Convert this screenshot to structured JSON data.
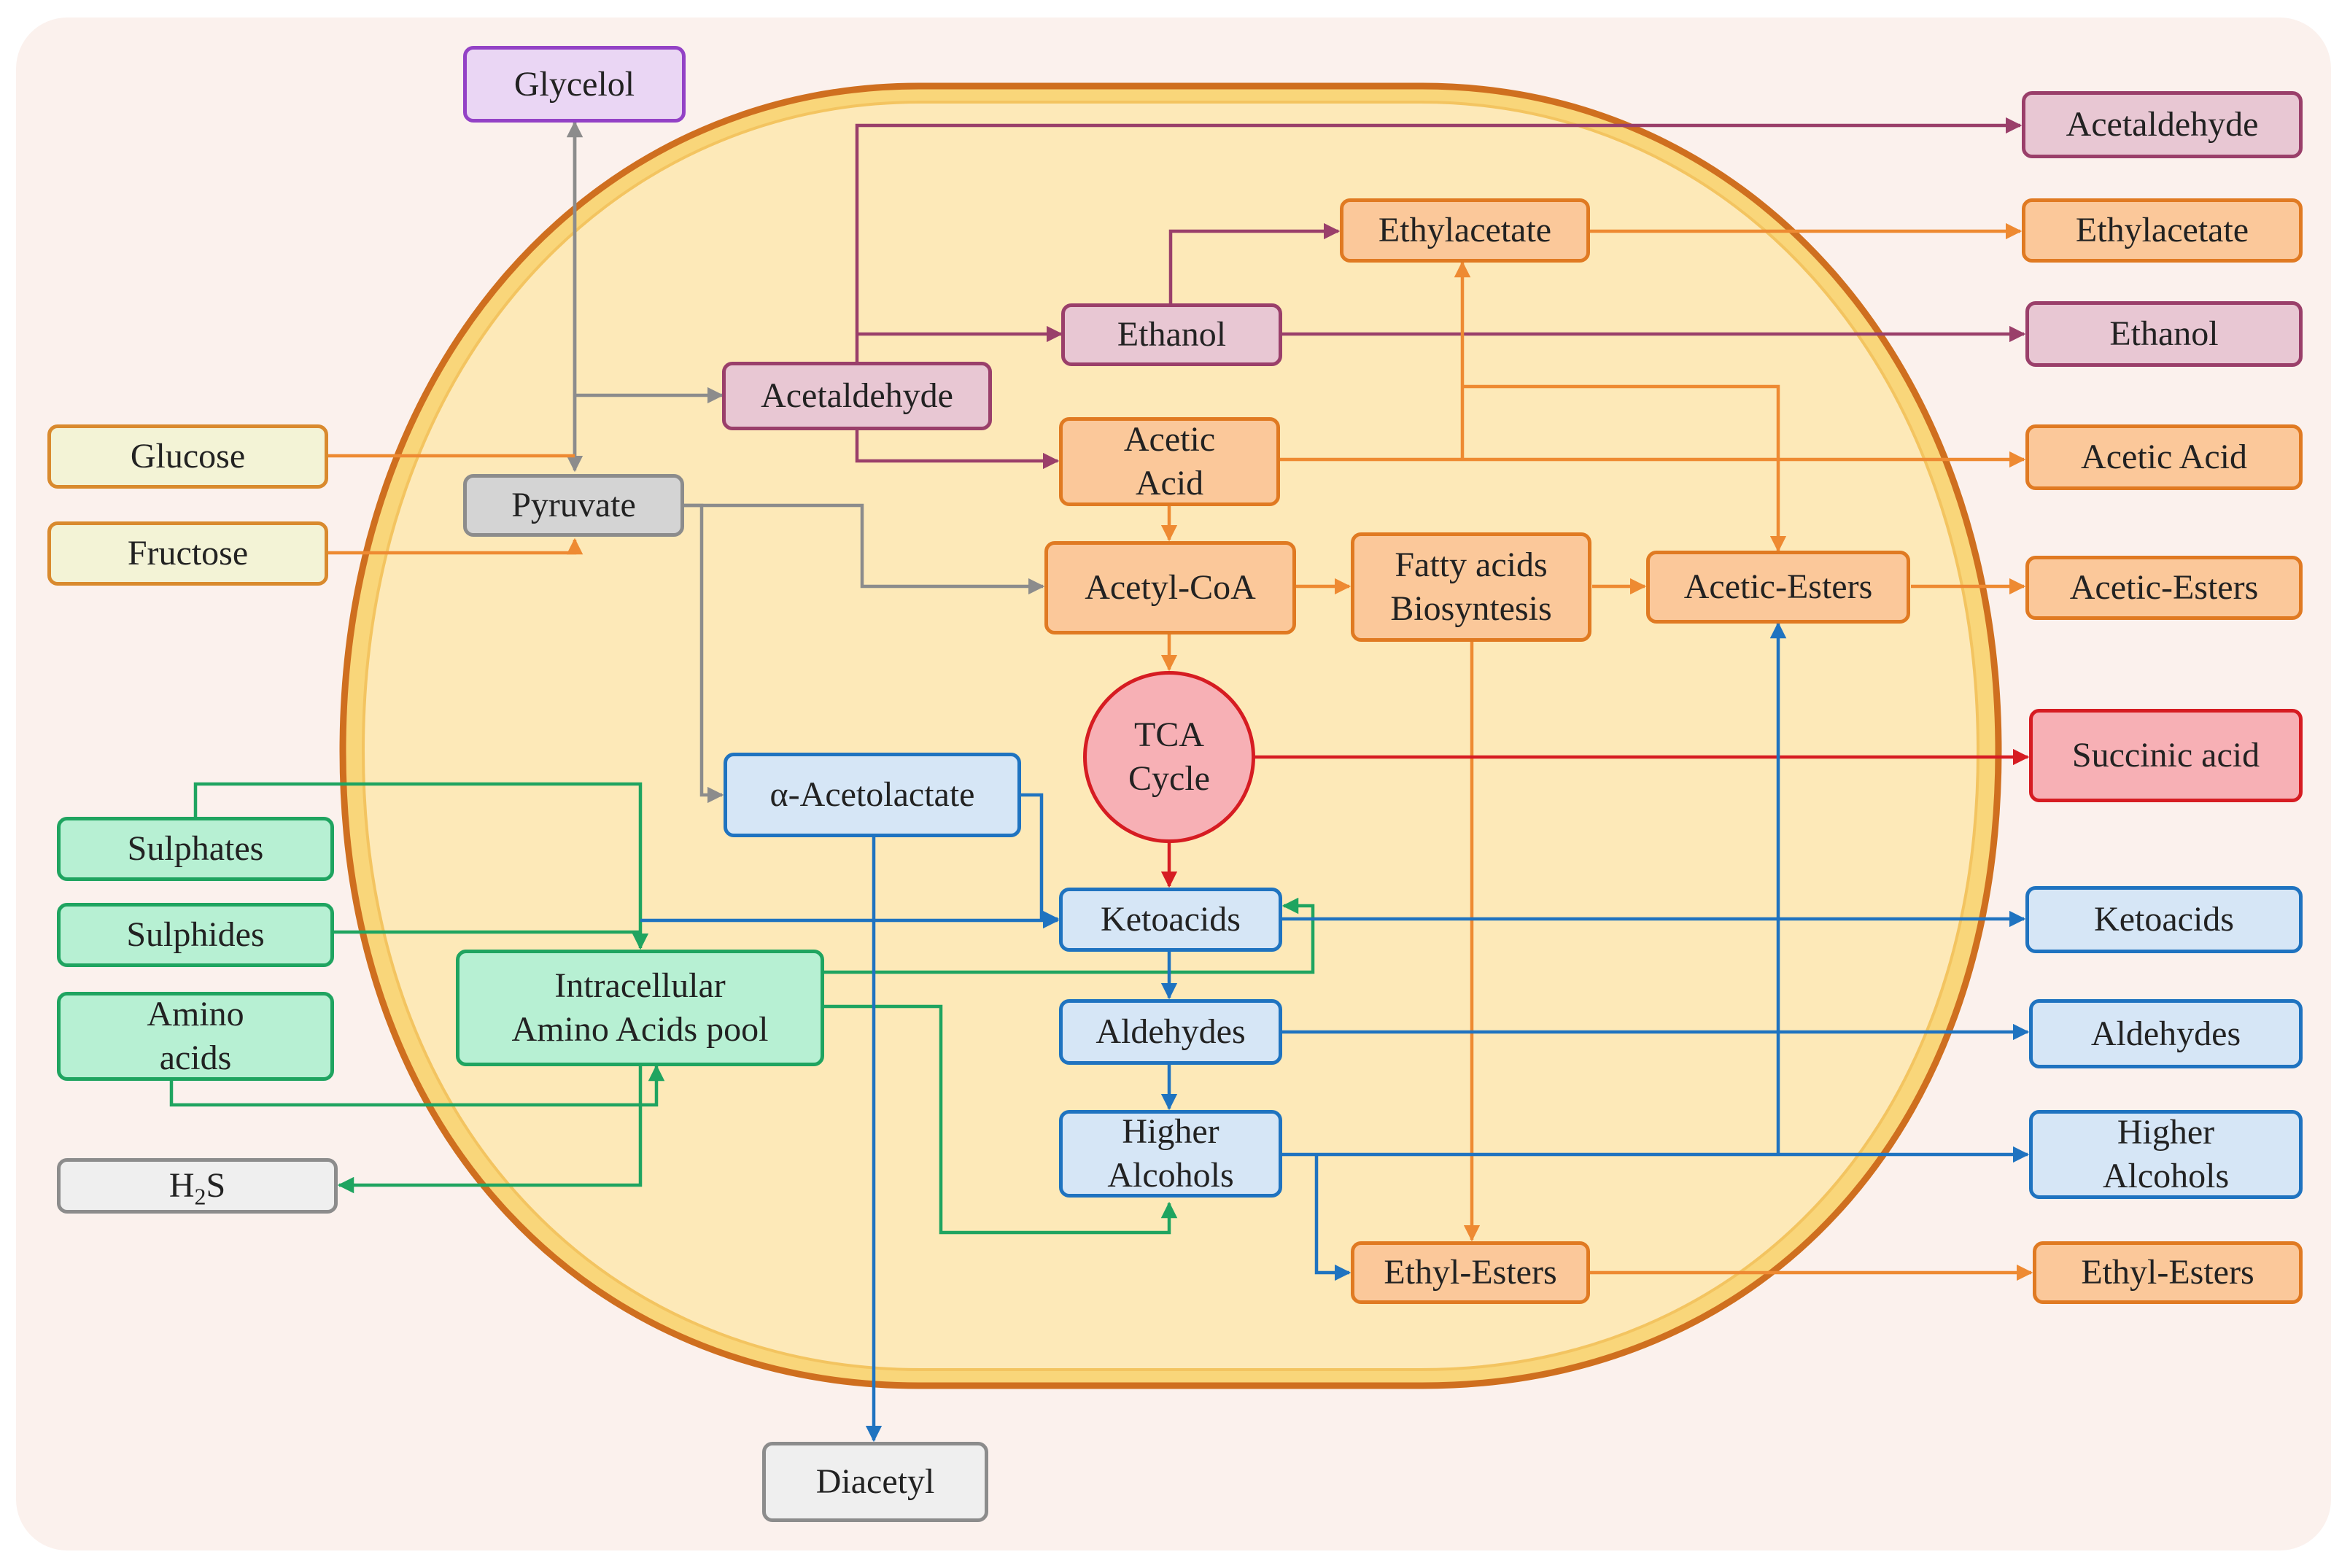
{
  "colors": {
    "background": "#fbf1ed",
    "cell_fill": "#fde9b8",
    "cell_ring": "#f9d67a",
    "cell_border": "#cf6f1f",
    "grey": "#8c8c8c",
    "purple": "#9a3f6a",
    "orange": "#ee8a32",
    "green": "#1fa460",
    "blue": "#1f73c0",
    "red": "#d61c22"
  },
  "nodes": {
    "glycelol": "Glycelol",
    "glucose": "Glucose",
    "fructose": "Fructose",
    "pyruvate": "Pyruvate",
    "acetaldehyde_in": "Acetaldehyde",
    "ethanol_in": "Ethanol",
    "ethylacetate_in": "Ethylacetate",
    "acetic_acid_in": "Acetic\nAcid",
    "acetyl_coa": "Acetyl-CoA",
    "fatty_acids": "Fatty acids\nBiosyntesis",
    "acetic_esters_in": "Acetic-Esters",
    "tca": "TCA\nCycle",
    "acetolactate": "α-Acetolactate",
    "ketoacids_in": "Ketoacids",
    "aldehydes_in": "Aldehydes",
    "higher_alcohols_in": "Higher\nAlcohols",
    "ethyl_esters_in": "Ethyl-Esters",
    "amino_pool": "Intracellular\nAmino Acids pool",
    "sulphates": "Sulphates",
    "sulphides": "Sulphides",
    "amino_acids": "Amino\nacids",
    "h2s_main": "H",
    "h2s_sub": "2",
    "h2s_tail": "S",
    "diacetyl": "Diacetyl",
    "acetaldehyde_out": "Acetaldehyde",
    "ethylacetate_out": "Ethylacetate",
    "ethanol_out": "Ethanol",
    "acetic_acid_out": "Acetic Acid",
    "acetic_esters_out": "Acetic-Esters",
    "succinic_out": "Succinic acid",
    "ketoacids_out": "Ketoacids",
    "aldehydes_out": "Aldehydes",
    "higher_alcohols_out": "Higher\nAlcohols",
    "ethyl_esters_out": "Ethyl-Esters"
  }
}
